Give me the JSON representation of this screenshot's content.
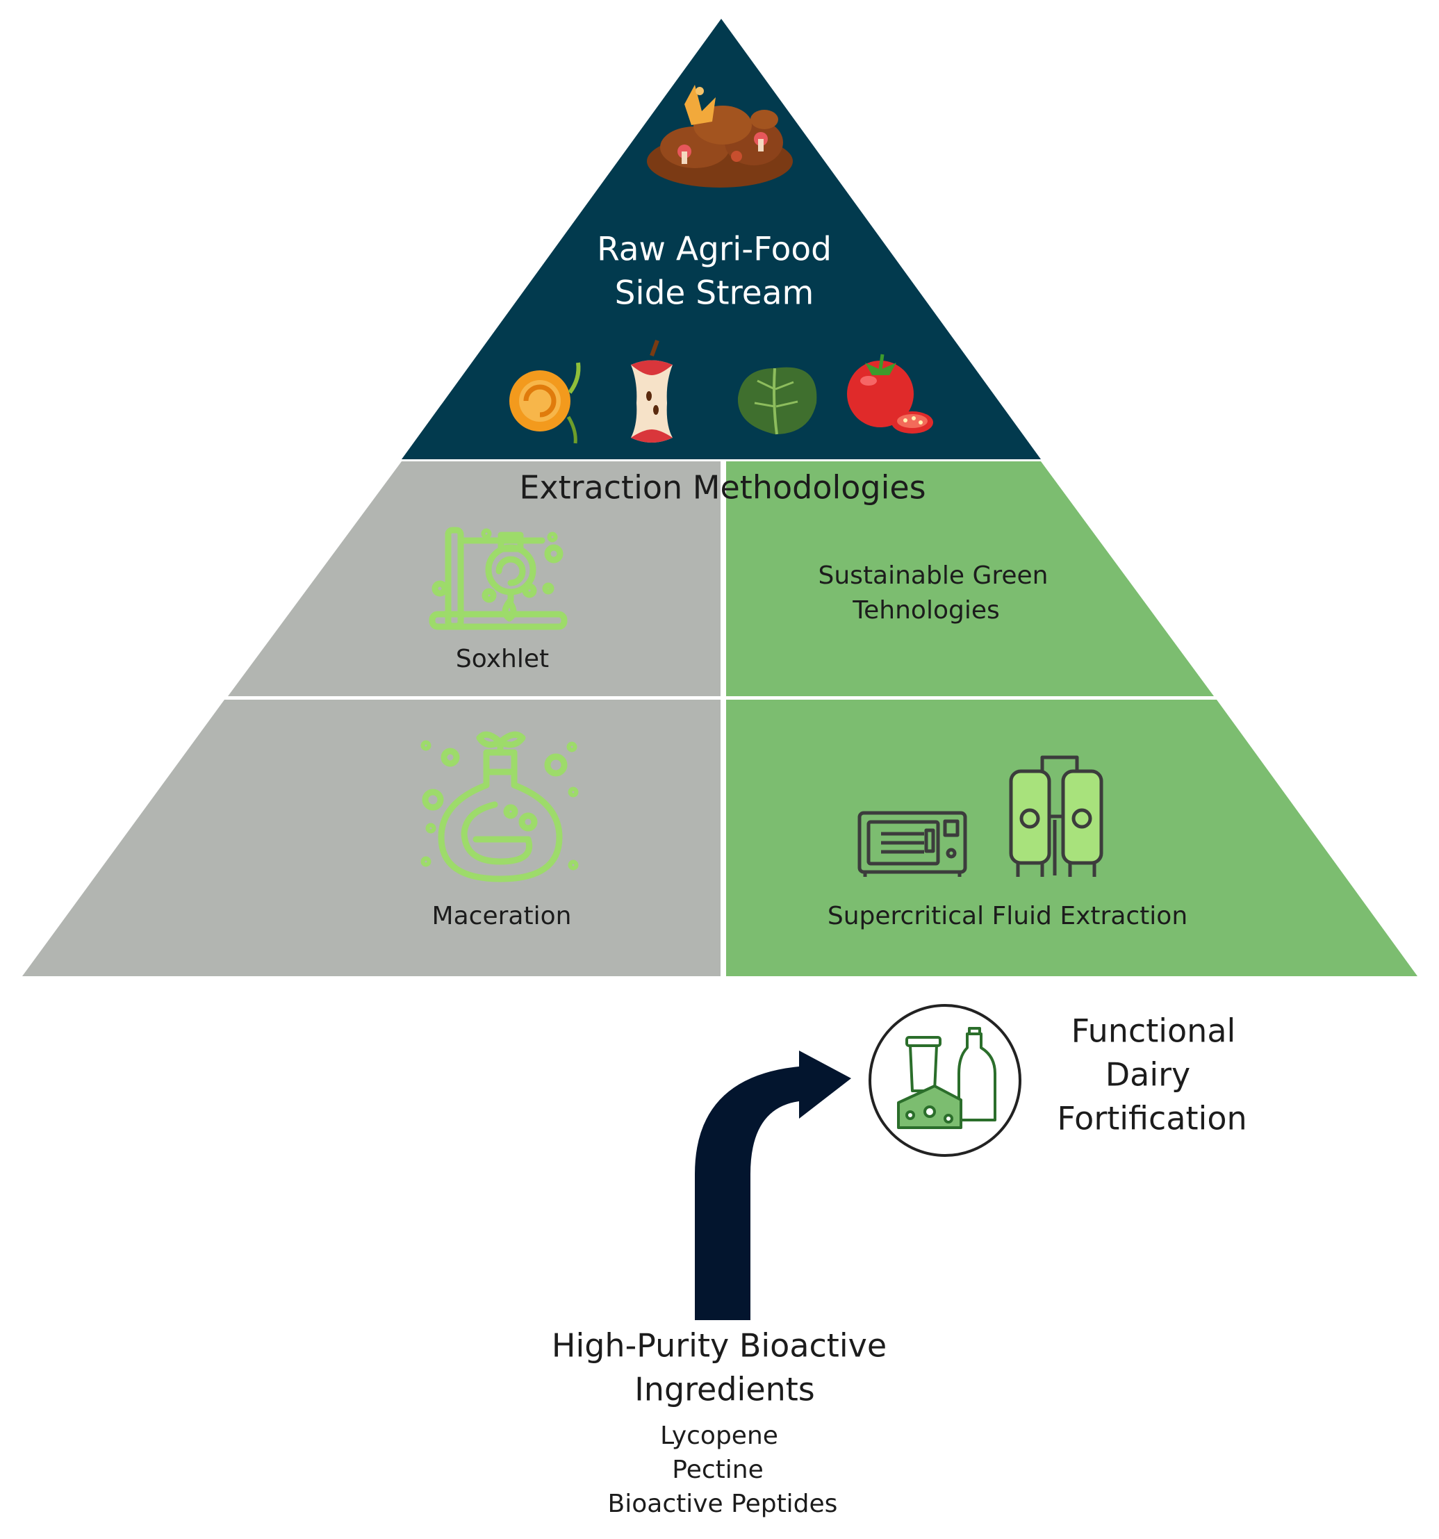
{
  "pyramid": {
    "top_label_line1": "Raw Agri-Food",
    "top_label_line2": "Side Stream",
    "section_title": "Extraction Methodologies",
    "left_upper_label": "Soxhlet",
    "right_upper_label_line1": "Sustainable Green",
    "right_upper_label_line2": "Tehnologies",
    "left_lower_label": "Maceration",
    "right_lower_label": "Supercritical Fluid Extraction"
  },
  "output": {
    "dairy_line1": "Functional",
    "dairy_line2": "Dairy",
    "dairy_line3": "Fortification",
    "ingredients_line1": "High-Purity Bioactive",
    "ingredients_line2": "Ingredients",
    "items": [
      "Lycopene",
      "Pectine",
      "Bioactive Peptides"
    ]
  },
  "colors": {
    "apex": "#023a4e",
    "gray": "#b2b5b1",
    "green": "#7cbd70",
    "icon_green": "#9ddb6a",
    "arrow": "#03152e"
  }
}
